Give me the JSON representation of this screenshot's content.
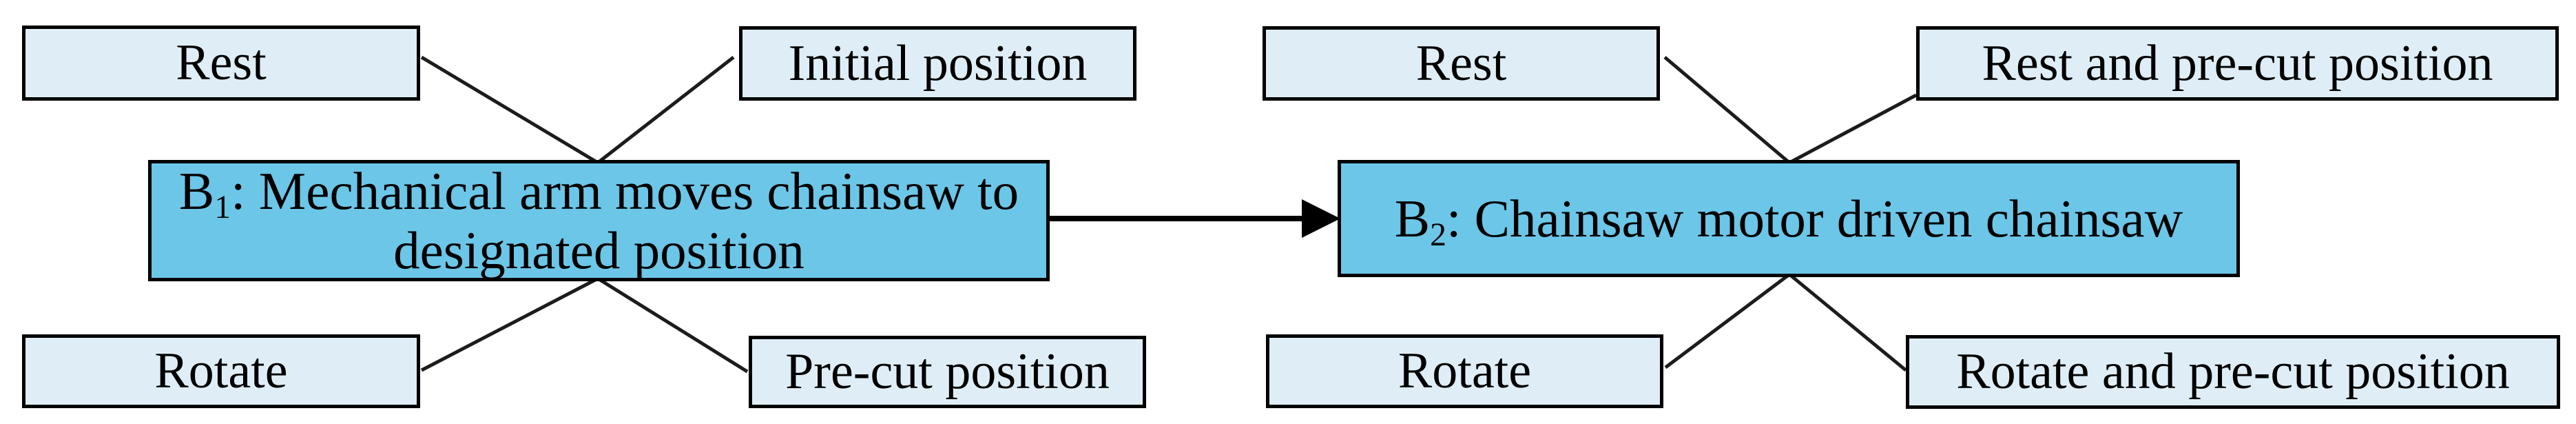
{
  "diagram": {
    "colors": {
      "center_node_fill": "#6cc6e8",
      "leaf_node_fill": "#dfeef6",
      "border": "#000000",
      "connector": "#1c1c1c"
    },
    "left_group": {
      "center": {
        "prefix": "B",
        "subscript": "1",
        "label": ": Mechanical arm moves chainsaw to designated position"
      },
      "top_left": "Rest",
      "top_right": "Initial position",
      "bottom_left": "Rotate",
      "bottom_right": "Pre-cut position"
    },
    "right_group": {
      "center": {
        "prefix": "B",
        "subscript": "2",
        "label": ": Chainsaw motor driven chainsaw"
      },
      "top_left": "Rest",
      "top_right": "Rest and pre-cut position",
      "bottom_left": "Rotate",
      "bottom_right": "Rotate and pre-cut position"
    }
  }
}
